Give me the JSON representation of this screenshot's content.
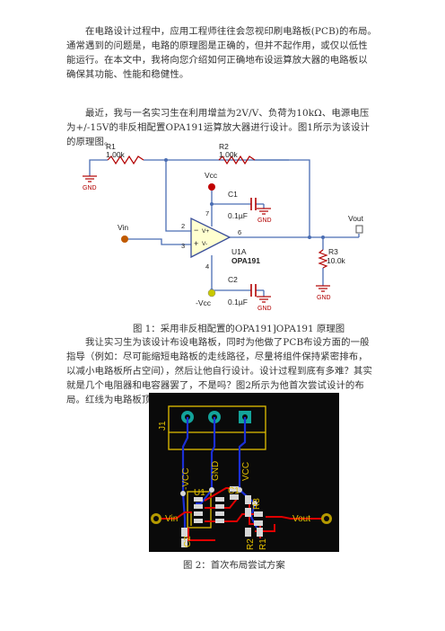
{
  "paragraphs": {
    "p1": "在电路设计过程中，应用工程师往往会忽视印刷电路板(PCB)的布局。通常遇到的问题是，电路的原理图是正确的，但并不起作用，或仅以低性能运行。在本文中，我将向您介绍如何正确地布设运算放大器的电路板以确保其功能、性能和稳健性。",
    "p2": "最近，我与一名实习生在利用增益为2V/V、负荷为10kΩ、电源电压为+/-15V的非反相配置OPA191运算放大器进行设计。图1所示为该设计的原理图。",
    "p3": "我让实习生为该设计布设电路板，同时为他做了PCB布设方面的一般指导（例如：尽可能缩短电路板的走线路径，尽量将组件保持紧密排布，以减小电路板所占空间），然后让他自行设计。设计过程到底有多难？其实就是几个电阻器和电容器罢了，不是吗？图2所示为他首次尝试设计的布局。红线为电路板顶层的路径，而蓝线为底层的路径。"
  },
  "figure1": {
    "caption": "图 1：采用非反相配置的OPA191]OPA191 原理图",
    "r1_name": "R1",
    "r1_value": "1.00k",
    "r2_name": "R2",
    "r2_value": "1.00k",
    "r3_name": "R3",
    "r3_value": "10.0k",
    "c1_name": "C1",
    "c1_value": "0.1µF",
    "c2_name": "C2",
    "c2_value": "0.1µF",
    "gnd_label": "GND",
    "vcc_label": "Vcc",
    "neg_vcc_label": "-Vcc",
    "vin_label": "Vin",
    "vout_label": "Vout",
    "vplus_label": "V+",
    "vminus_label": "V-",
    "pin2": "2",
    "pin3": "3",
    "pin4": "4",
    "pin6": "6",
    "pin7": "7",
    "u_name": "U1A",
    "u_part": "OPA191",
    "minus_sign": "−",
    "plus_sign": "+"
  },
  "figure2": {
    "caption": "图 2：首次布局尝试方案",
    "j1": "J1",
    "neg_vcc": "-VCC",
    "gnd": "GND",
    "vcc": "VCC",
    "u1": "U1",
    "c1": "C1",
    "c2": "C2",
    "r1": "R1",
    "r2": "R2",
    "r3": "R3",
    "vin": "Vin",
    "vout": "Vout"
  },
  "colors": {
    "board": "#0a0a0a",
    "silk": "#e3c000",
    "top_trace": "#e00000",
    "bottom_trace": "#1b2fd6",
    "pad": "#d7d7d7",
    "schematic_wire": "#4a6db3",
    "schematic_part": "#b20000",
    "opamp_fill": "#ffffd0"
  }
}
